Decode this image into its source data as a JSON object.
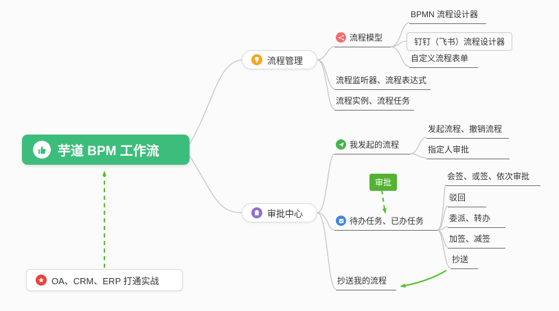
{
  "central": {
    "label": "芋道 BPM 工作流"
  },
  "process_management": {
    "label": "流程管理",
    "model": {
      "label": "流程模型",
      "children": {
        "bpmn": "BPMN 流程设计器",
        "dingtalk": "钉钉（飞书）流程设计器",
        "custom_form": "自定义流程表单"
      }
    },
    "listener": "流程监听器、流程表达式",
    "instance": "流程实例、流程任务"
  },
  "approval_center": {
    "label": "审批中心",
    "my_initiated": {
      "label": "我发起的流程",
      "children": {
        "initiate_cancel": "发起流程、撤销流程",
        "assignee": "指定人审批"
      }
    },
    "approval_tag": "审批",
    "todo_done": {
      "label": "待办任务、已办任务",
      "children": {
        "countersign": "会签、或签、依次审批",
        "reject": "驳回",
        "delegate": "委派、转办",
        "sign": "加签、减签",
        "cc": "抄送"
      }
    },
    "cc_my": "抄送我的流程"
  },
  "practice": {
    "label": "OA、CRM、ERP 打通实战"
  },
  "icons": {
    "central": "thumbs-up-icon",
    "process_management": "bulb-icon",
    "process_model": "flow-nodes-icon",
    "approval_center": "clipboard-icon",
    "my_initiated": "send-icon",
    "todo_done": "check-square-icon",
    "practice": "star-icon"
  },
  "colors": {
    "central_bg": "#3DBD7B",
    "approval_tag_bg": "#53B332",
    "arrow_green": "#55BE2D",
    "connector_gray": "#C6C6C6",
    "underline_gray": "#6E6E6E"
  }
}
